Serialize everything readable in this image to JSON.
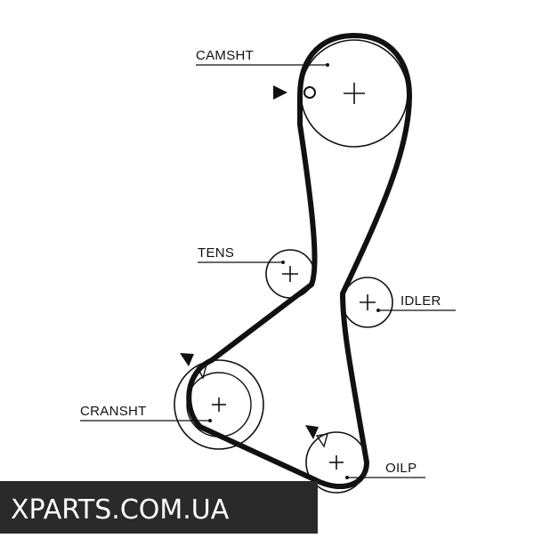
{
  "diagram": {
    "labels": {
      "camshaft": "CAMSHT",
      "tensioner": "TENS",
      "idler": "IDLER",
      "crankshaft": "CRANSHT",
      "oil_pump": "OILP"
    },
    "colors": {
      "belt": "#111111",
      "pulley_stroke": "#111111",
      "background": "#ffffff"
    }
  },
  "watermark": {
    "text": "XPARTS.COM.UA",
    "background": "#2a2a2a",
    "color": "#ffffff"
  }
}
